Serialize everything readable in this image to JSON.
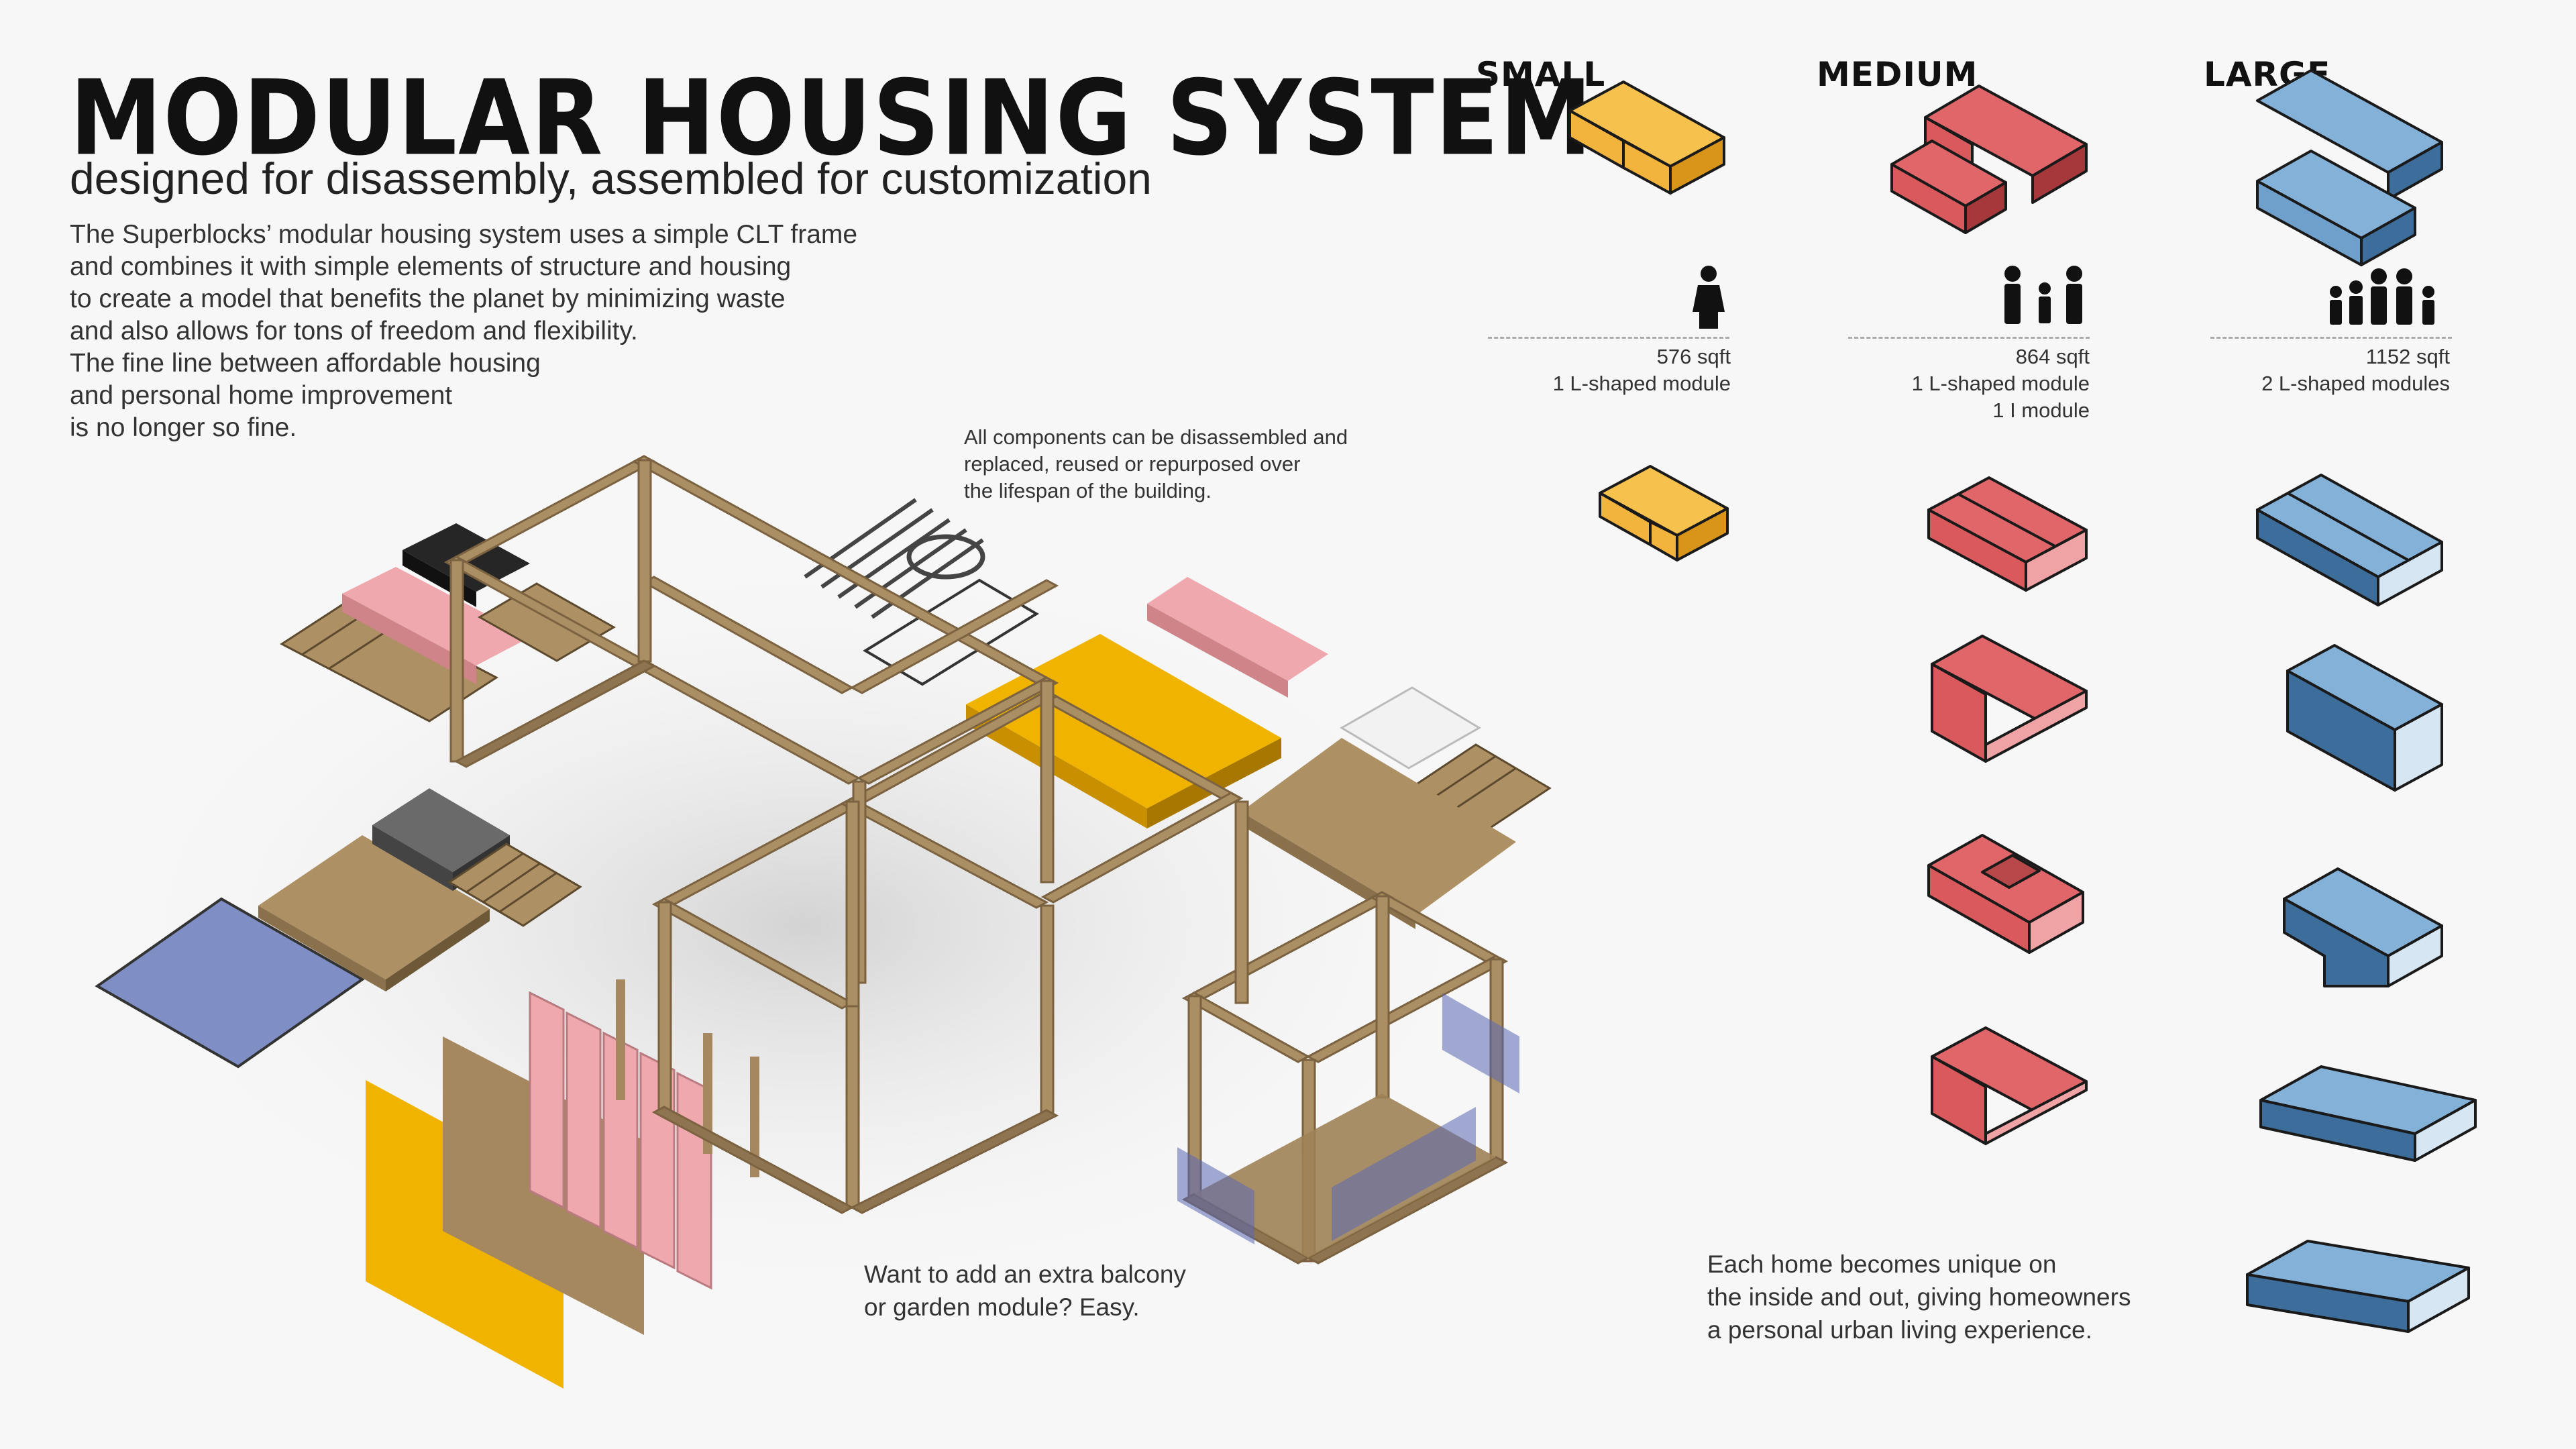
{
  "header": {
    "title": "MODULAR HOUSING SYSTEM",
    "subtitle": "designed for disassembly, assembled for customization"
  },
  "intro_lines": [
    "The Superblocks’ modular housing system uses a simple CLT frame",
    "and combines it with simple elements of structure and housing",
    "to create a model that benefits the planet by minimizing waste",
    "and also allows for tons of freedom and flexibility.",
    "The fine line between affordable housing",
    "and personal home improvement",
    "is no longer so fine."
  ],
  "components_caption": [
    "All components can be disassembled and",
    "replaced, reused or repurposed over",
    "the lifespan of the building."
  ],
  "balcony_caption": [
    "Want to add an extra balcony",
    "or garden module?    Easy."
  ],
  "unique_caption": [
    "Each home becomes unique on",
    "the inside and out, giving homeowners",
    "a personal urban living experience."
  ],
  "sizes": [
    {
      "label": "SMALL",
      "color": "#f3b43d",
      "dark": "#a66f12",
      "icon": "single-person-icon",
      "area": "576 sqft",
      "modules": [
        "1 L-shaped module"
      ]
    },
    {
      "label": "MEDIUM",
      "color": "#d9595c",
      "dark": "#8c2528",
      "icon": "couple-with-child-icon",
      "area": "864 sqft",
      "modules": [
        "1 L-shaped module",
        "1 I module"
      ]
    },
    {
      "label": "LARGE",
      "color": "#6f9fcb",
      "dark": "#2f5c87",
      "icon": "family-of-five-icon",
      "area": "1152 sqft",
      "modules": [
        "2 L-shaped modules"
      ]
    }
  ],
  "palette": {
    "timber": "#ab8f64",
    "timber_dark": "#7b6240",
    "yellow_panel": "#f0b400",
    "pink_panel": "#efa9ae",
    "blue_panel": "#7f8fc5",
    "black_block": "#262626",
    "grey_block": "#666666"
  }
}
